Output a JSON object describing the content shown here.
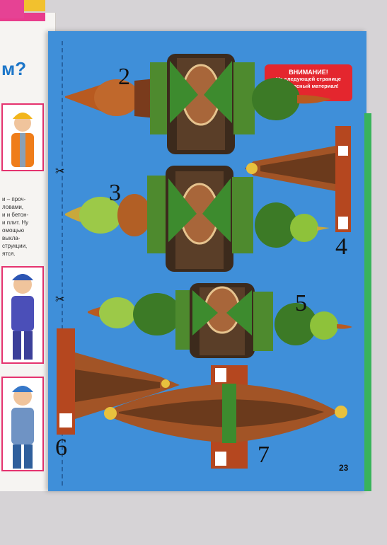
{
  "left_page": {
    "heading": "м?",
    "text_lines": [
      "и – проч-",
      "ловами,",
      "и и бетон-",
      "и плит. Ну",
      "омощью",
      "выкла-",
      "струкции,",
      "ятся."
    ]
  },
  "warning": {
    "title": "ВНИМАНИЕ!",
    "line1": "На следующей странице",
    "line2": "интересный материал!"
  },
  "part_numbers": {
    "p2": "2",
    "p3": "3",
    "p4": "4",
    "p5": "5",
    "p6": "6",
    "p7": "7"
  },
  "page_number": "23",
  "icons": {
    "scissors": "✂"
  },
  "colors": {
    "page_blue": "#3f8fd9",
    "warning_red": "#e4262e",
    "onion_green": "#3f7a27",
    "cutout_brown": "#a44e22"
  }
}
